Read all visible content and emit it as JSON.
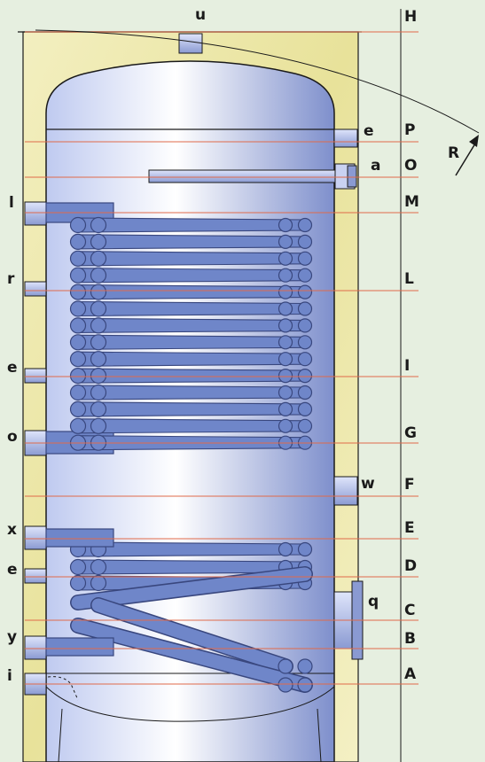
{
  "top_label": "u",
  "left_labels": [
    "l",
    "r",
    "e",
    "o",
    "x",
    "e",
    "y",
    "i"
  ],
  "right_fitting_labels": [
    "e",
    "a",
    "w",
    "q"
  ],
  "level_labels": [
    "H",
    "P",
    "O",
    "M",
    "L",
    "I",
    "G",
    "F",
    "E",
    "D",
    "C",
    "B",
    "A"
  ],
  "radius_label": "R",
  "colors": {
    "background": "#e6efe0",
    "insulation": "#f0ebb0",
    "tank_light": "#ffffff",
    "tank_dark": "#7e8fcc",
    "coil": "#6f86c9",
    "coil_outline": "#39477e",
    "level_line": "#e06a4a",
    "stroke": "#1a1a1a"
  }
}
